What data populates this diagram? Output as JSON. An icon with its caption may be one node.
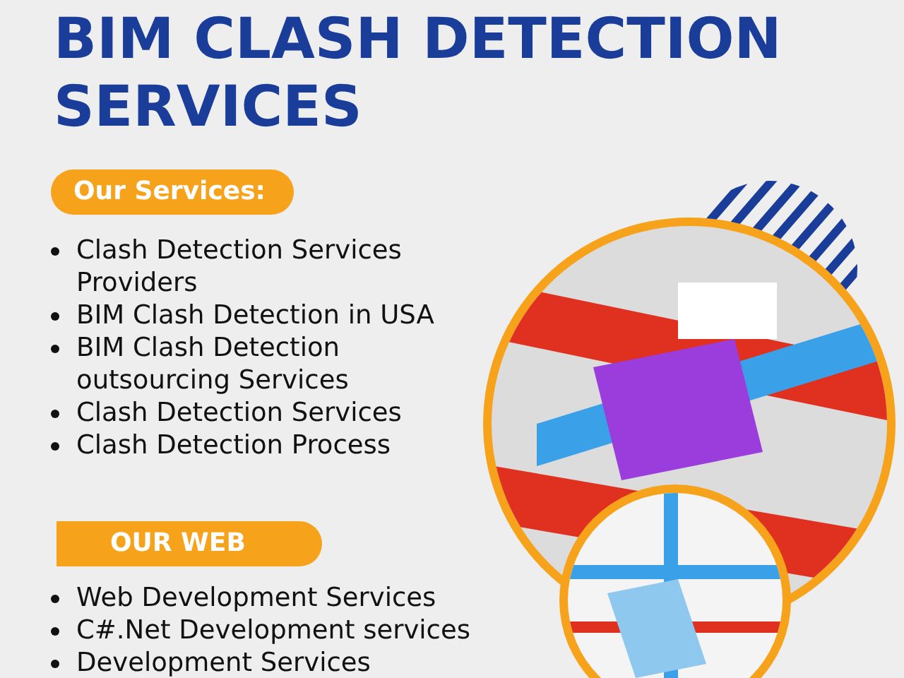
{
  "diagram": {
    "title": "BIM CLASH DETECTION SERVICES",
    "nodes": [
      {
        "text": [
          "Our Services:"
        ]
      },
      {
        "text": [
          "OUR WEB"
        ]
      }
    ],
    "labels": [
      "Clash Detection Services Providers",
      "BIM Clash Detection in USA",
      "BIM Clash Detection outsourcing Services",
      "Clash Detection Services",
      "Clash Detection Process",
      "Web Development Services",
      "C#.Net Development services",
      "Development Services"
    ]
  }
}
